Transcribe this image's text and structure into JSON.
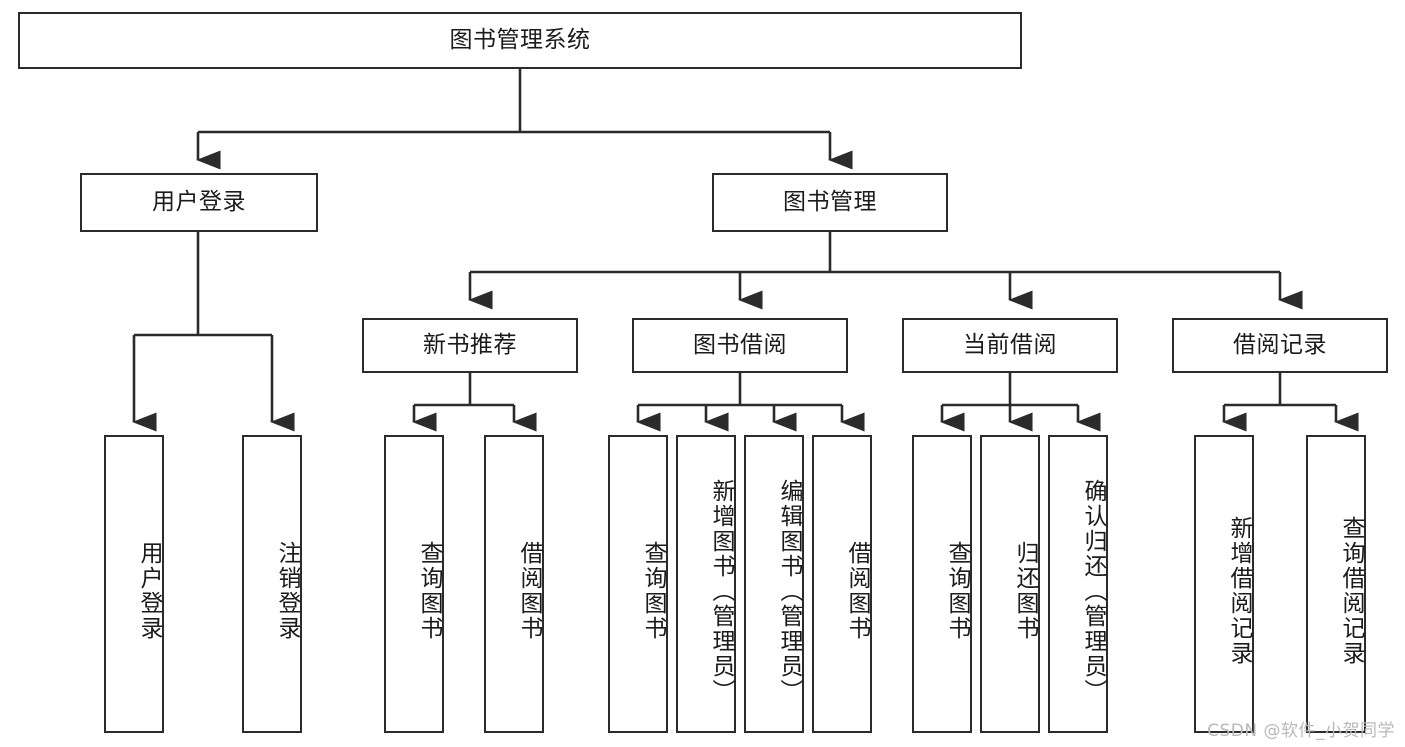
{
  "diagram": {
    "title": "图书管理系统",
    "type": "function-structure-tree",
    "watermark": "CSDN @软件_小贺同学",
    "colors": {
      "stroke": "#2b2b2b",
      "fill": "#ffffff",
      "text": "#1b1b1b",
      "watermark": "#b9b9b9"
    },
    "nodes": {
      "root": {
        "label": "图书管理系统"
      },
      "level2": [
        {
          "label": "用户登录"
        },
        {
          "label": "图书管理"
        }
      ],
      "level3": [
        {
          "label": "新书推荐"
        },
        {
          "label": "图书借阅"
        },
        {
          "label": "当前借阅"
        },
        {
          "label": "借阅记录"
        }
      ],
      "leaves_user_login": [
        {
          "label": "用户登录"
        },
        {
          "label": "注销登录"
        }
      ],
      "leaves_new_book": [
        {
          "label": "查询图书"
        },
        {
          "label": "借阅图书"
        }
      ],
      "leaves_borrow": [
        {
          "label": "查询图书"
        },
        {
          "label": "新增图书（管理员）"
        },
        {
          "label": "编辑图书（管理员）"
        },
        {
          "label": "借阅图书"
        }
      ],
      "leaves_current": [
        {
          "label": "查询图书"
        },
        {
          "label": "归还图书"
        },
        {
          "label": "确认归还（管理员）"
        }
      ],
      "leaves_records": [
        {
          "label": "新增借阅记录"
        },
        {
          "label": "查询借阅记录"
        }
      ]
    }
  }
}
